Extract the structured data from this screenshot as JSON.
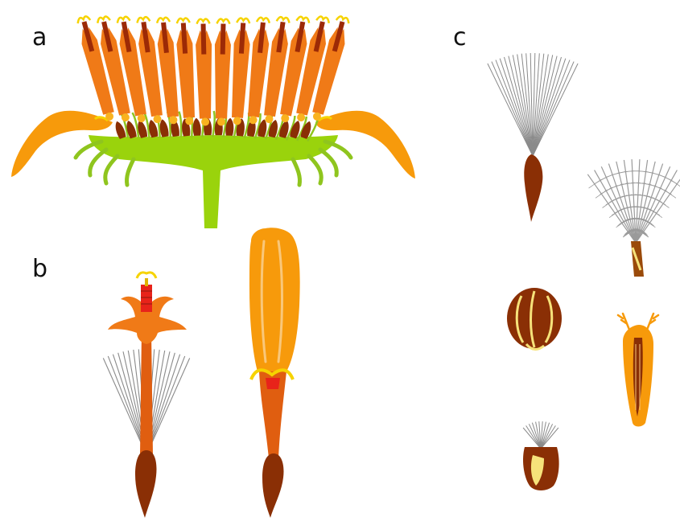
{
  "figure": {
    "panel_labels": {
      "a": "a",
      "b": "b",
      "c": "c"
    }
  },
  "colors": {
    "orange": "#f07a17",
    "orange_dark": "#e05e10",
    "amber": "#f79a0b",
    "amber_light": "#f9b21f",
    "yellow": "#f6d300",
    "receptacle_green": "#9ad30c",
    "bract_green": "#8fc51e",
    "brown": "#8a2f05",
    "brown_dark": "#6b2404",
    "cream": "#f6e27a",
    "red": "#e8231a",
    "bristle_gray": "#8a8a8a",
    "white": "#ffffff"
  },
  "panel_a": {
    "disc_florets": 14,
    "achenes": 18
  },
  "panel_b": {
    "pappus_bristles": 18
  },
  "panel_c": {
    "top_pappus_bristles": 22,
    "lower_pappus_bristles": 12
  }
}
